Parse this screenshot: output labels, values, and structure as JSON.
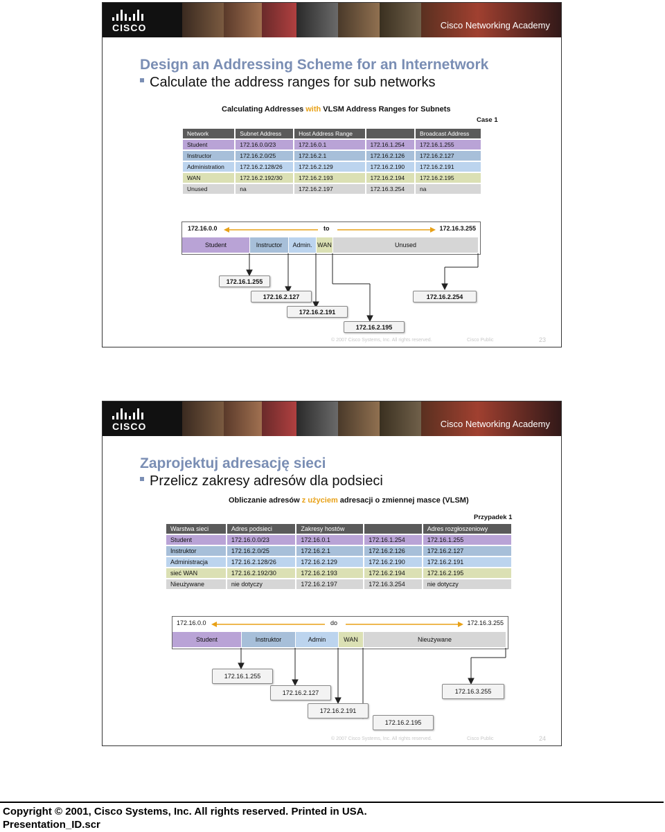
{
  "slides": [
    {
      "banner": {
        "logo": "CISCO",
        "academy": "Cisco Networking Academy"
      },
      "title": "Design an Addressing Scheme for an Internetwork",
      "bullet": "Calculate the address ranges for sub networks",
      "figure_title_pre": "Calculating Addresses ",
      "figure_title_hl": "with",
      "figure_title_post": " VLSM Address Ranges for Subnets",
      "case_label": "Case 1",
      "table_headers": [
        "Network",
        "Subnet Address",
        "Host Address Range",
        "",
        "Broadcast Address"
      ],
      "rows": [
        [
          "Student",
          "172.16.0.0/23",
          "172.16.0.1",
          "172.16.1.254",
          "172.16.1.255"
        ],
        [
          "Instructor",
          "172.16.2.0/25",
          "172.16.2.1",
          "172.16.2.126",
          "172.16.2.127"
        ],
        [
          "Administration",
          "172.16.2.128/26",
          "172.16.2.129",
          "172.16.2.190",
          "172.16.2.191"
        ],
        [
          "WAN",
          "172.16.2.192/30",
          "172.16.2.193",
          "172.16.2.194",
          "172.16.2.195"
        ],
        [
          "Unused",
          "na",
          "172.16.2.197",
          "172.16.3.254",
          "na"
        ]
      ],
      "range_start": "172.16.0.0",
      "range_to": "to",
      "range_end": "172.16.3.255",
      "segments": [
        "Student",
        "Instructor",
        "Admin.",
        "WAN",
        "Unused"
      ],
      "callouts": [
        "172.16.1.255",
        "172.16.2.127",
        "172.16.2.191",
        "172.16.2.195",
        "172.16.2.254"
      ],
      "footer_copy": "© 2007 Cisco Systems, Inc. All rights reserved.",
      "footer_pub": "Cisco Public",
      "page_number": "23"
    },
    {
      "banner": {
        "logo": "CISCO",
        "academy": "Cisco Networking Academy"
      },
      "title": "Zaprojektuj adresację sieci",
      "bullet": "Przelicz zakresy adresów dla  podsieci",
      "figure_title_pre": "Obliczanie adresów ",
      "figure_title_hl": "z użyciem",
      "figure_title_post": " adresacji o zmiennej masce (VLSM)",
      "case_label": "Przypadek 1",
      "table_headers": [
        "Warstwa sieci",
        "Adres podsieci",
        "Zakresy hostów",
        "",
        "Adres rozgłoszeniowy"
      ],
      "rows": [
        [
          "Student",
          "172.16.0.0/23",
          "172.16.0.1",
          "172.16.1.254",
          "172.16.1.255"
        ],
        [
          "Instruktor",
          "172.16.2.0/25",
          "172.16.2.1",
          "172.16.2.126",
          "172.16.2.127"
        ],
        [
          "Administracja",
          "172.16.2.128/26",
          "172.16.2.129",
          "172.16.2.190",
          "172.16.2.191"
        ],
        [
          "sieć WAN",
          "172.16.2.192/30",
          "172.16.2.193",
          "172.16.2.194",
          "172.16.2.195"
        ],
        [
          "Nieużywane",
          "nie dotyczy",
          "172.16.2.197",
          "172.16.3.254",
          "nie dotyczy"
        ]
      ],
      "range_start": "172.16.0.0",
      "range_to": "do",
      "range_end": "172.16.3.255",
      "segments": [
        "Student",
        "Instruktor",
        "Admin",
        "WAN",
        "Nieużywane"
      ],
      "callouts": [
        "172.16.1.255",
        "172.16.2.127",
        "172.16.2.191",
        "172.16.2.195",
        "172.16.3.255"
      ],
      "footer_copy": "© 2007 Cisco Systems, Inc. All rights reserved.",
      "footer_pub": "Cisco Public",
      "page_number": "24"
    }
  ],
  "page_footer": {
    "copyright": "Copyright © 2001, Cisco Systems, Inc. All rights reserved. Printed in USA.",
    "presentation_id": "Presentation_ID.scr"
  }
}
